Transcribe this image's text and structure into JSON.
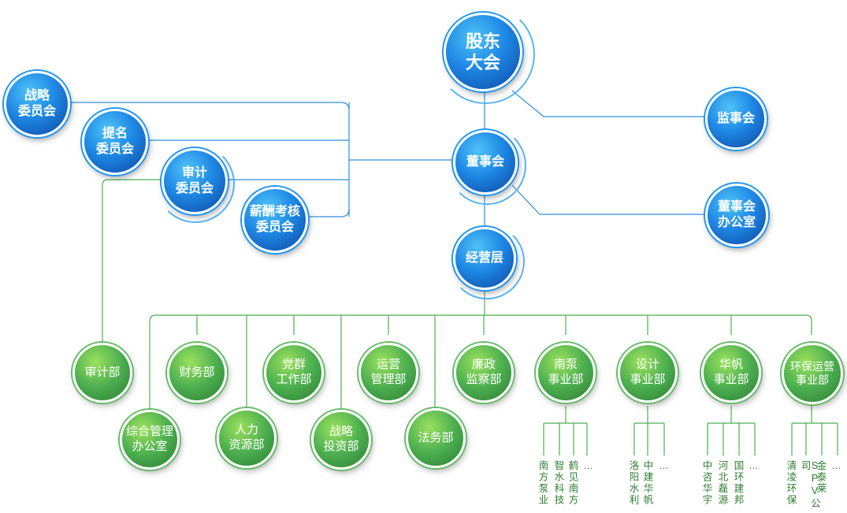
{
  "top": {
    "shareholders": "股东\n大会"
  },
  "board": {
    "board": "董事会",
    "supervisors": "监事会",
    "board_office": "董事会\n办公室",
    "committees": [
      "战略\n委员会",
      "提名\n委员会",
      "审计\n委员会",
      "薪酬考核\n委员会"
    ]
  },
  "management": "经营层",
  "departments": [
    "审计部",
    "综合管理\n办公室",
    "财务部",
    "人力\n资源部",
    "党群\n工作部",
    "战略\n投资部",
    "运营\n管理部",
    "法务部",
    "廉政\n监察部",
    "南泵\n事业部",
    "设计\n事业部",
    "华帆\n事业部",
    "环保运营\n事业部"
  ],
  "subsidiaries": {
    "nanbeng": [
      "南方泵业",
      "智水科技",
      "鹤见南方",
      "…"
    ],
    "sheji": [
      "洛阳水利",
      "中建华帆",
      "…"
    ],
    "huafan": [
      "中咨华宇",
      "河北磊源",
      "国环建邦",
      "…"
    ],
    "huanbao": [
      "清凌环保",
      "SPV公司",
      "金泰莱",
      "…"
    ]
  },
  "colors": {
    "blue_line": "#2f8fd8",
    "green_line": "#4caf50"
  }
}
